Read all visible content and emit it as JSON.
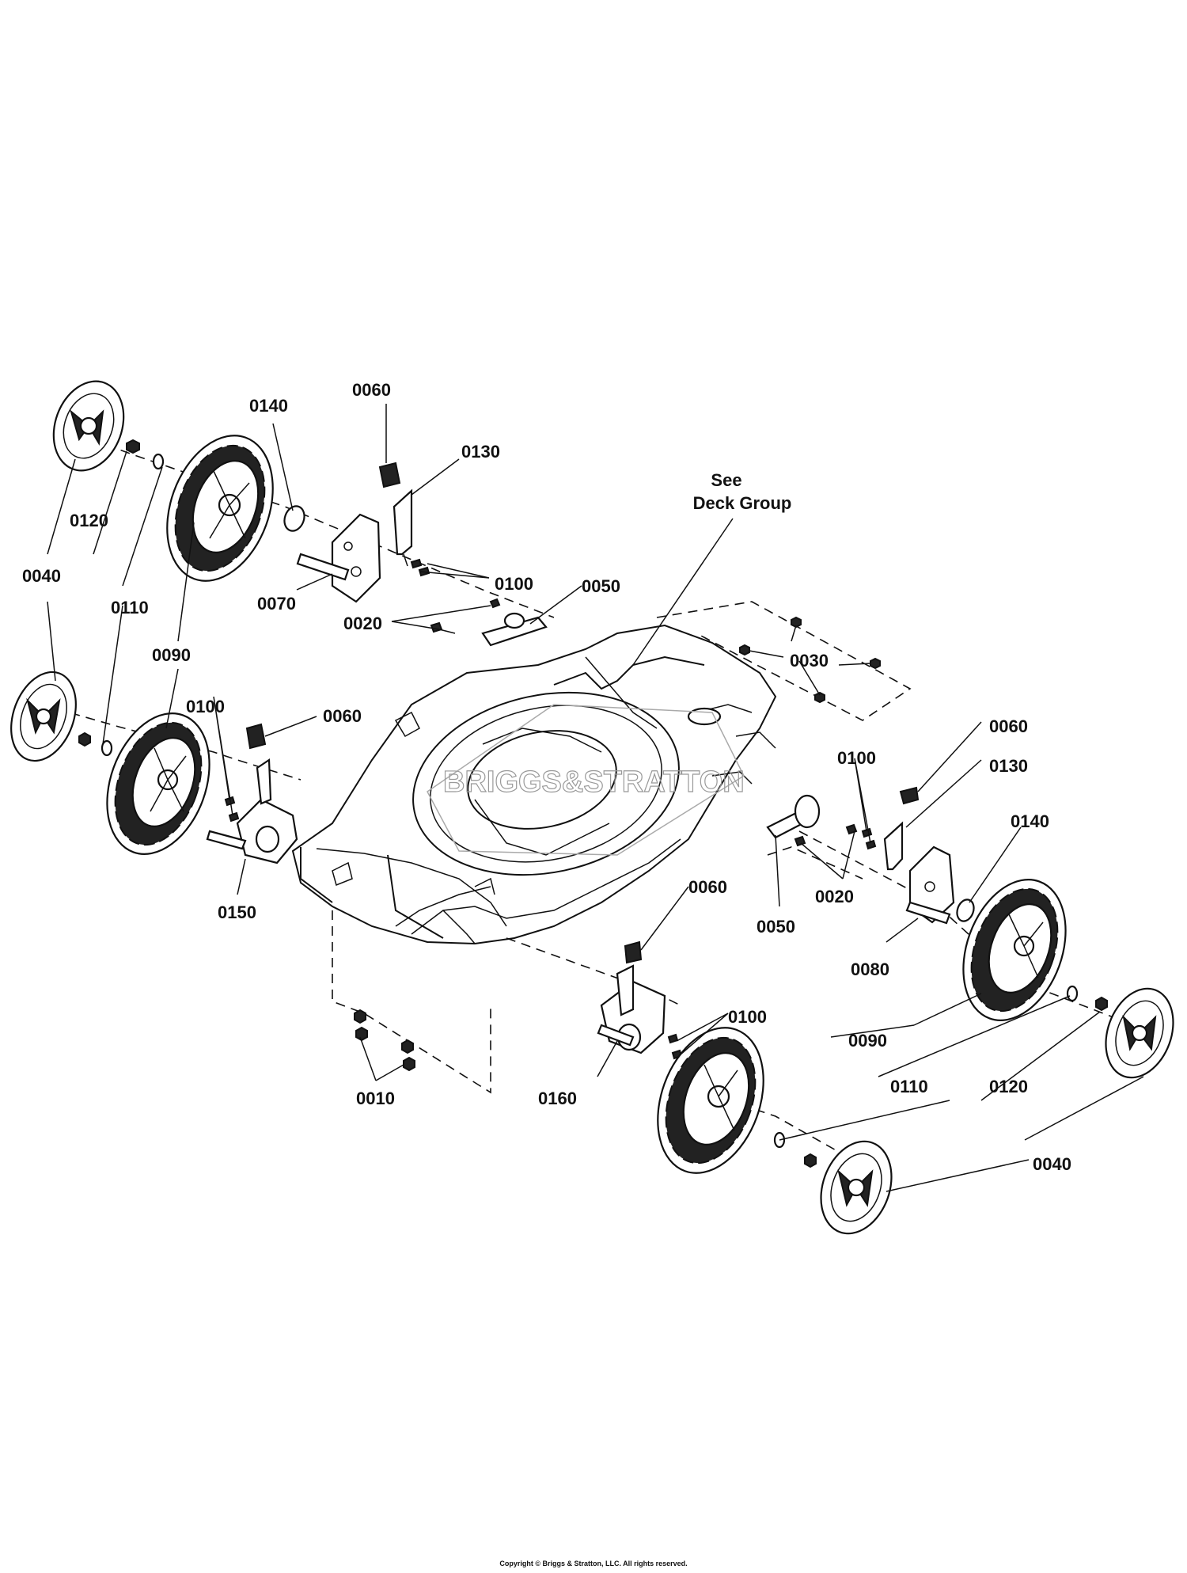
{
  "diagram": {
    "callouts": {
      "c0140_top": "0140",
      "c0060_top": "0060",
      "c0130_top": "0130",
      "c0120_left": "0120",
      "c0040_left": "0040",
      "c0110_left": "0110",
      "c0090_left": "0090",
      "c0070": "0070",
      "c0100_top": "0100",
      "c0050_top": "0050",
      "c0020_top": "0020",
      "c0030": "0030",
      "c0100_left": "0100",
      "c0060_left": "0060",
      "c0150": "0150",
      "c0060_right": "0060",
      "c0100_right": "0100",
      "c0130_right": "0130",
      "c0140_right": "0140",
      "c0020_right": "0020",
      "c0050_right": "0050",
      "c0080": "0080",
      "c0060_mid": "0060",
      "c0100_bottom": "0100",
      "c0090_right": "0090",
      "c0110_right": "0110",
      "c0120_right": "0120",
      "c0040_right": "0040",
      "c0160": "0160",
      "c0010": "0010"
    },
    "note_line1": "See",
    "note_line2": "Deck Group",
    "watermark": "BRIGGS&STRATTON",
    "copyright": "Copyright © Briggs & Stratton, LLC. All rights reserved."
  }
}
